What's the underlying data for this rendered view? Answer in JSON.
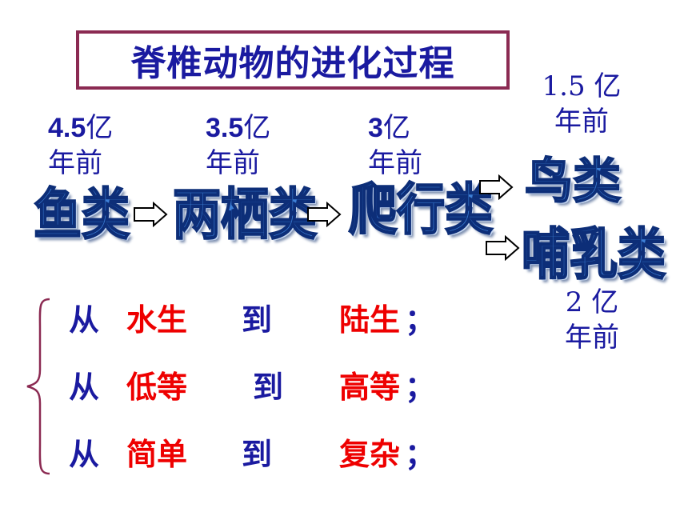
{
  "title": "脊椎动物的进化过程",
  "stages": [
    {
      "time_num": "4.5",
      "time_unit": "亿",
      "time_suffix": "年前",
      "animal": "鱼类"
    },
    {
      "time_num": "3.5",
      "time_unit": "亿",
      "time_suffix": "年前",
      "animal": "两栖类"
    },
    {
      "time_num": "3",
      "time_unit": "亿",
      "time_suffix": "年前",
      "animal": "爬行类"
    },
    {
      "time_line1": "1.5 亿",
      "time_suffix": "年前",
      "animal": "鸟类"
    },
    {
      "time_line1": "2 亿",
      "time_suffix": "年前",
      "animal": "哺乳类"
    }
  ],
  "trends": [
    {
      "from_word": "从",
      "a": "水生",
      "to_word": "到",
      "b": "陆生",
      "end": "；"
    },
    {
      "from_word": "从",
      "a": "低等",
      "to_word": "到",
      "b": "高等",
      "end": "；"
    },
    {
      "from_word": "从",
      "a": "简单",
      "to_word": "到",
      "b": "复杂",
      "end": "；"
    }
  ],
  "colors": {
    "title": "#1a1aa0",
    "border": "#8b2a52",
    "highlight": "#ee0000",
    "brace": "#8b2a52"
  }
}
